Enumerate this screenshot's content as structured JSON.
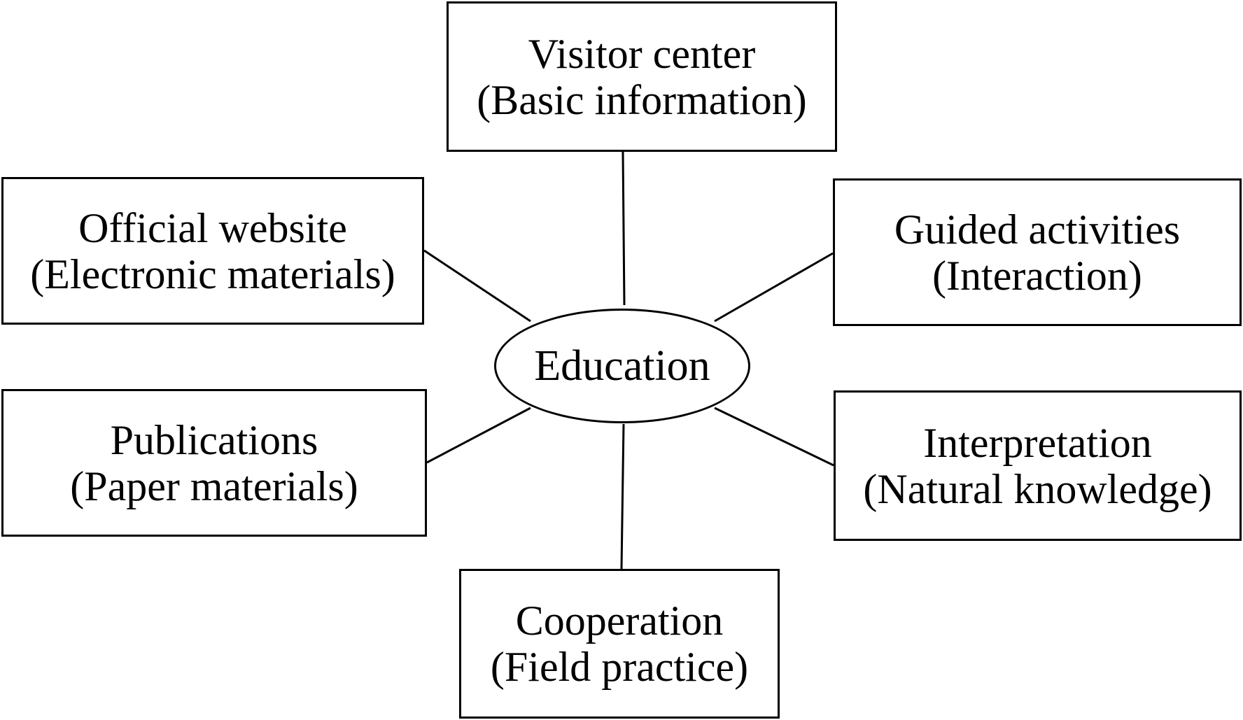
{
  "diagram": {
    "center": {
      "label": "Education"
    },
    "nodes": [
      {
        "id": "visitor-center",
        "title": "Visitor center",
        "subtitle": "(Basic information)"
      },
      {
        "id": "official-website",
        "title": "Official website",
        "subtitle": "(Electronic materials)"
      },
      {
        "id": "guided-activities",
        "title": "Guided activities",
        "subtitle": "(Interaction)"
      },
      {
        "id": "publications",
        "title": "Publications",
        "subtitle": "(Paper materials)"
      },
      {
        "id": "interpretation",
        "title": "Interpretation",
        "subtitle": "(Natural knowledge)"
      },
      {
        "id": "cooperation",
        "title": "Cooperation",
        "subtitle": "(Field practice)"
      }
    ],
    "colors": {
      "stroke": "#000000",
      "background": "#ffffff",
      "text": "#000000"
    }
  }
}
